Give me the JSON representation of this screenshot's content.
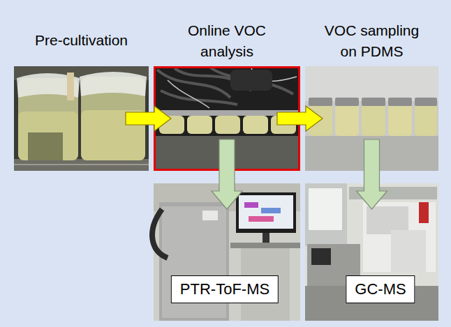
{
  "diagram": {
    "nodes": [
      {
        "text": [
          "Pre-cultivation"
        ]
      },
      {
        "text": [
          "Online VOC analysis"
        ]
      },
      {
        "text": [
          "VOC sampling on PDMS"
        ]
      },
      {
        "text": [
          "PTR-ToF-MS"
        ]
      },
      {
        "text": [
          "GC-MS"
        ]
      }
    ],
    "edges": [
      {
        "from": 0,
        "to": 1,
        "arrow": "to"
      },
      {
        "from": 1,
        "to": 2,
        "arrow": "to"
      },
      {
        "from": 1,
        "to": 3,
        "arrow": "to"
      },
      {
        "from": 2,
        "to": 4,
        "arrow": "to"
      }
    ]
  }
}
